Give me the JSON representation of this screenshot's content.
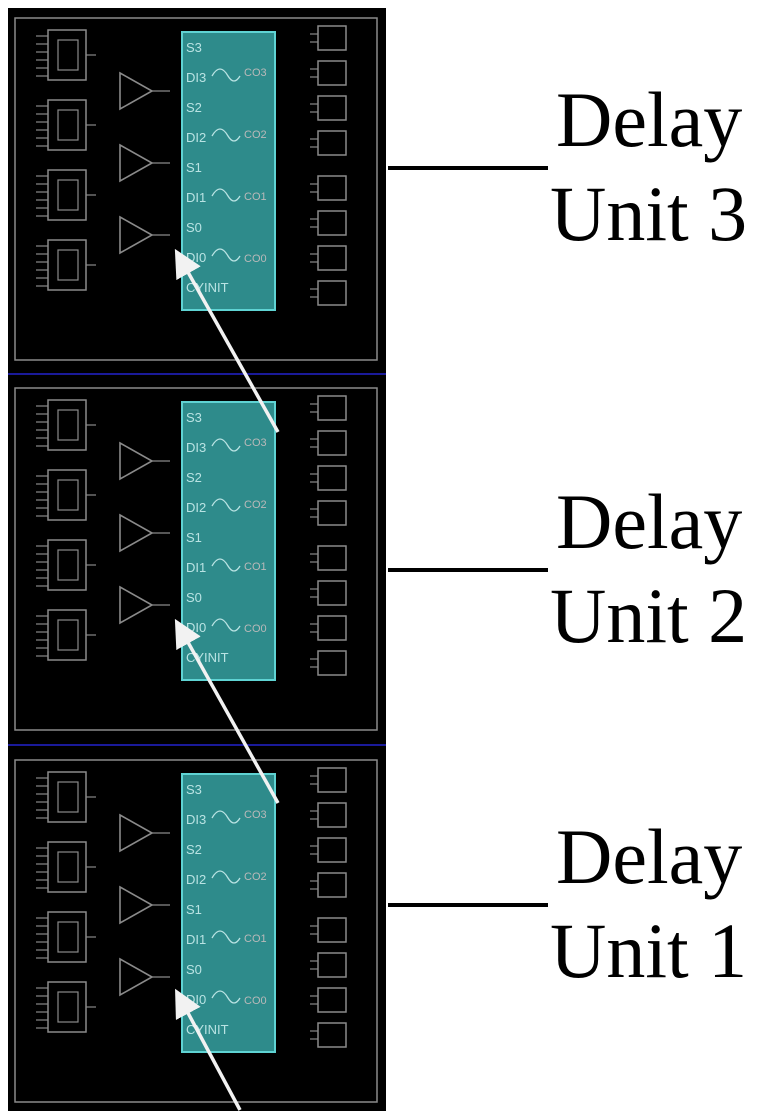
{
  "colors": {
    "panel_bg": "#000000",
    "outline": "#8a8a8a",
    "carry_block": "#2e8b8b",
    "carry_block_border": "#5fd3d3",
    "separator": "#1a1a9a",
    "arrow": "#f2f2f2",
    "leader": "#000000"
  },
  "units": [
    {
      "id": "unit-3",
      "label_line1": "Delay",
      "label_line2": "Unit 3"
    },
    {
      "id": "unit-2",
      "label_line1": "Delay",
      "label_line2": "Unit 2"
    },
    {
      "id": "unit-1",
      "label_line1": "Delay",
      "label_line2": "Unit 1"
    }
  ],
  "pin_labels": [
    "S3",
    "DI3",
    "S2",
    "DI2",
    "S1",
    "DI1",
    "S0",
    "DI0",
    "CYINIT"
  ],
  "cout_labels": [
    "CO3",
    "CO2",
    "CO1",
    "CO0"
  ],
  "icons": {
    "carry_arrow": "arrow-icon",
    "lut": "lut-icon",
    "flip_flop": "flip-flop-icon",
    "buffer": "buffer-icon"
  }
}
